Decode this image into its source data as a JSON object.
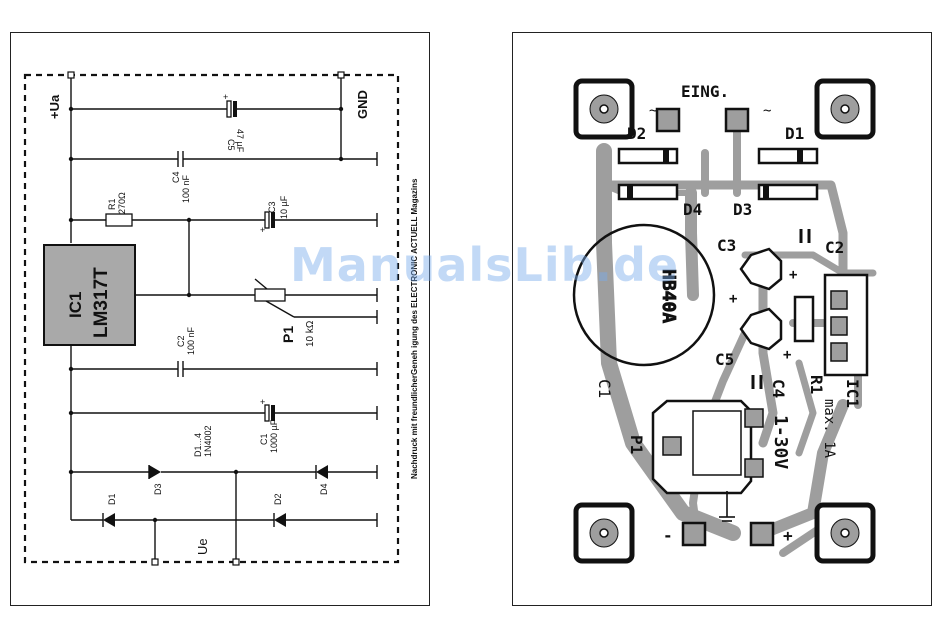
{
  "schematic": {
    "rail_plus": "+Ua",
    "rail_gnd": "GND",
    "ic": {
      "ref": "IC1",
      "part": "LM317T"
    },
    "c5": {
      "ref": "C5",
      "value": "47 µF"
    },
    "c4": {
      "ref": "C4",
      "value": "100 nF"
    },
    "r1": {
      "ref": "R1",
      "value": "270Ω"
    },
    "c3": {
      "ref": "C3",
      "value": "10 µF"
    },
    "p1": {
      "ref": "P1",
      "value": "10 kΩ"
    },
    "c2": {
      "ref": "C2",
      "value": "100 nF"
    },
    "c1": {
      "ref": "C1",
      "value": "1000 µF"
    },
    "diodes": {
      "ref": "D1...4",
      "part": "1N4002",
      "d1": "D1",
      "d2": "D2",
      "d3": "D3",
      "d4": "D4"
    },
    "input": "Ue",
    "credit": "Nachdruck mit freundlicherGeneh  igung des ELECTRONIC ACTUELL Magazins"
  },
  "pcb": {
    "eing": "EING.",
    "tilde": "~",
    "d1": "D1",
    "d2": "D2",
    "d3": "D3",
    "d4": "D4",
    "c1": "C1",
    "c2": "C2",
    "c3": "C3",
    "c4": "C4",
    "c5": "C5",
    "r1": "R1",
    "p1": "P1",
    "ic1": "IC1",
    "board": "HB40A",
    "vrange": "1-30V",
    "maxcur": "max. 1A",
    "plus": "+",
    "minus": "-"
  },
  "watermark": "ManualsLib.de"
}
